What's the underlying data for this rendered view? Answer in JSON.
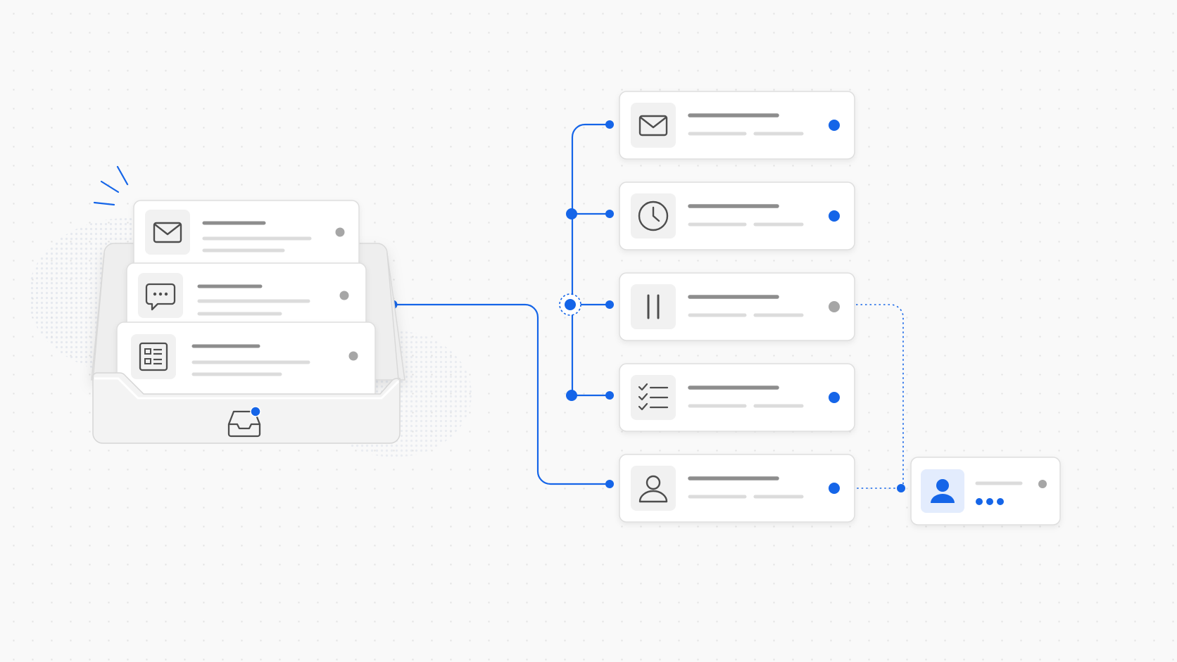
{
  "colors": {
    "accent": "#1565e8",
    "inactive": "#a6a6a6",
    "icon_stroke": "#4d4d4d",
    "card_bg": "#ffffff",
    "card_border": "#dedede",
    "icon_tile": "#f1f1f1",
    "line_dark": "#8d8d8d",
    "line_light": "#dcdcdc",
    "avatar_tile": "#e3ecfd"
  },
  "inbox": {
    "icon": "inbox-tray-icon",
    "has_notification": true,
    "items": [
      {
        "icon": "mail-icon",
        "status": "inactive"
      },
      {
        "icon": "chat-bubble-icon",
        "status": "inactive"
      },
      {
        "icon": "form-list-icon",
        "status": "inactive"
      }
    ]
  },
  "routes": [
    {
      "icon": "mail-icon",
      "status": "active"
    },
    {
      "icon": "clock-icon",
      "status": "active"
    },
    {
      "icon": "pause-icon",
      "status": "inactive"
    },
    {
      "icon": "checklist-icon",
      "status": "active"
    },
    {
      "icon": "user-icon",
      "status": "active"
    }
  ],
  "assignee": {
    "icon": "user-avatar-icon",
    "status": "inactive"
  }
}
